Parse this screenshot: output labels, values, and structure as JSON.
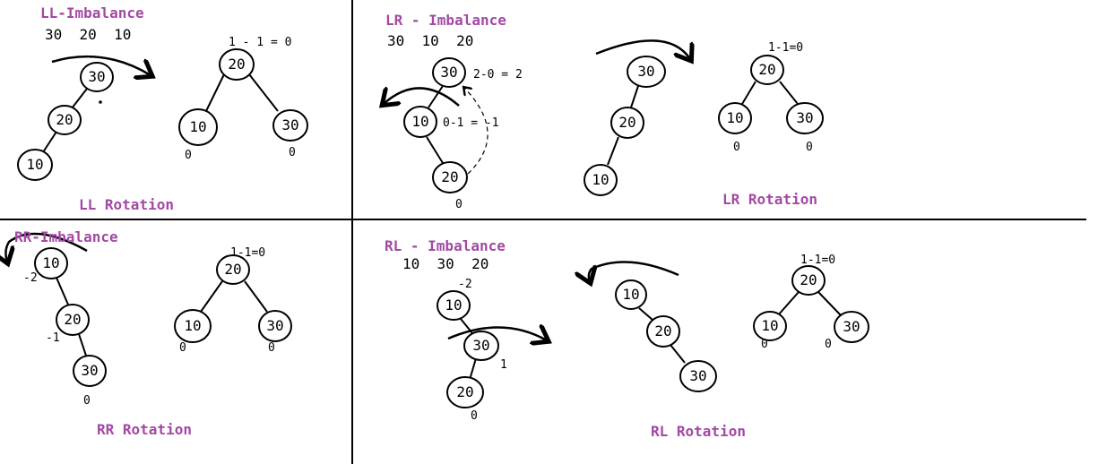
{
  "colors": {
    "title": "#a349a4",
    "ink": "#000000"
  },
  "quadrants": {
    "ll": {
      "title": "LL-Imbalance",
      "sequence": "30  20  10",
      "rotation_label": "LL Rotation",
      "before": {
        "n1": "30",
        "n2": "20",
        "n3": "10"
      },
      "after": {
        "root": "20",
        "left": "10",
        "right": "30",
        "root_bal": "1 - 1 = 0",
        "left_bal": "0",
        "right_bal": "0"
      }
    },
    "lr": {
      "title": "LR - Imbalance",
      "sequence": "30  10  20",
      "rotation_label": "LR Rotation",
      "before": {
        "n1": "30",
        "n2": "10",
        "n3": "20",
        "n1_bal": "2-0 = 2",
        "n2_bal": "0-1 = -1",
        "n3_bal": "0"
      },
      "mid": {
        "n1": "30",
        "n2": "20",
        "n3": "10"
      },
      "after": {
        "root": "20",
        "left": "10",
        "right": "30",
        "root_bal": "1-1=0",
        "left_bal": "0",
        "right_bal": "0"
      }
    },
    "rr": {
      "title": "RR-Imbalance",
      "rotation_label": "RR Rotation",
      "before": {
        "n1": "10",
        "n2": "20",
        "n3": "30",
        "n1_bal": "-2",
        "n2_bal": "-1",
        "n3_bal": "0"
      },
      "after": {
        "root": "20",
        "left": "10",
        "right": "30",
        "root_bal": "1-1=0",
        "left_bal": "0",
        "right_bal": "0"
      }
    },
    "rl": {
      "title": "RL - Imbalance",
      "sequence": "10  30  20",
      "rotation_label": "RL Rotation",
      "before": {
        "n1": "10",
        "n2": "30",
        "n3": "20",
        "n1_bal": "-2",
        "n2_bal": "1",
        "n3_bal": "0"
      },
      "mid": {
        "n1": "10",
        "n2": "20",
        "n3": "30"
      },
      "after": {
        "root": "20",
        "left": "10",
        "right": "30",
        "root_bal": "1-1=0",
        "left_bal": "0",
        "right_bal": "0"
      }
    }
  }
}
